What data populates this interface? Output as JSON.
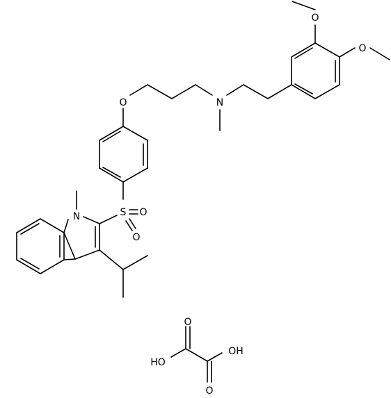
{
  "molecule": {
    "atoms": [
      {
        "id": "O_ome1",
        "label": "O"
      },
      {
        "id": "O_ome2",
        "label": "O"
      },
      {
        "id": "O_ether",
        "label": "O"
      },
      {
        "id": "N_amine",
        "label": "N"
      },
      {
        "id": "S_sulfonyl",
        "label": "S"
      },
      {
        "id": "O_s1",
        "label": "O"
      },
      {
        "id": "O_s2",
        "label": "O"
      },
      {
        "id": "N_indole",
        "label": "N"
      },
      {
        "id": "O_acid1",
        "label": "O"
      },
      {
        "id": "O_acid2",
        "label": "O"
      },
      {
        "id": "OH_acid1",
        "label": "HO"
      },
      {
        "id": "OH_acid2",
        "label": "OH"
      }
    ]
  },
  "colors": {
    "bond": "#000000",
    "background": "#ffffff"
  }
}
